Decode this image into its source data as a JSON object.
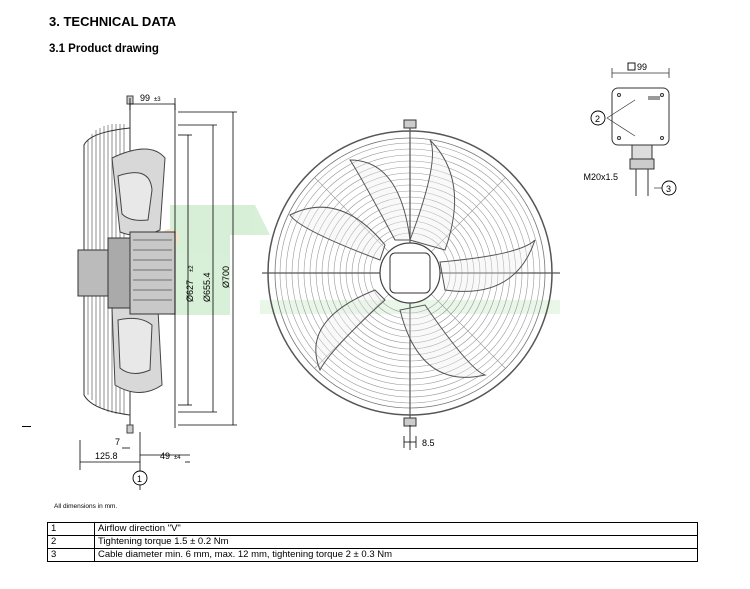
{
  "heading": "3. TECHNICAL DATA",
  "subheading": "3.1 Product drawing",
  "dimensions": {
    "depth": "99",
    "depth_tol": "±3",
    "d1": "Ø627",
    "d1_tol": "±2",
    "d2": "Ø655.4",
    "d3": "Ø700",
    "d4": "7",
    "d5": "125.8",
    "d6": "49",
    "d6_tol": "±4",
    "d7": "8.5",
    "box": "99",
    "thread": "M20x1.5"
  },
  "callouts": [
    "1",
    "2",
    "3"
  ],
  "note": "All dimensions in mm.",
  "legend": [
    {
      "num": "1",
      "text": "Airflow direction \"V\""
    },
    {
      "num": "2",
      "text": "Tightening torque 1.5 ± 0.2 Nm"
    },
    {
      "num": "3",
      "text": "Cable diameter min. 6 mm, max. 12 mm, tightening torque 2 ± 0.3 Nm"
    }
  ]
}
